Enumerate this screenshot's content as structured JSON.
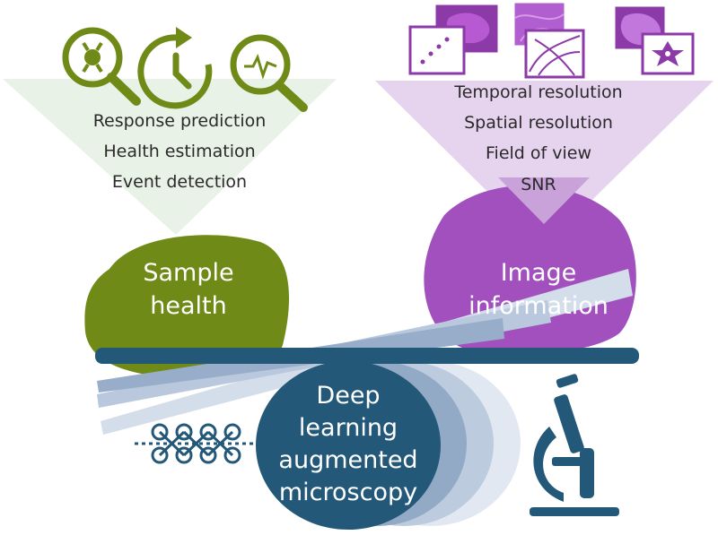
{
  "left_funnel": {
    "items": [
      "Response prediction",
      "Health estimation",
      "Event detection"
    ]
  },
  "right_funnel": {
    "items": [
      "Temporal resolution",
      "Spatial resolution",
      "Field of view",
      "SNR"
    ]
  },
  "blobs": {
    "sample_health": [
      "Sample",
      "health"
    ],
    "image_information": [
      "Image",
      "information"
    ]
  },
  "center": {
    "lines": [
      "Deep",
      "learning",
      "augmented",
      "microscopy"
    ]
  },
  "colors": {
    "olive": "#6f8a17",
    "purple": "#a150bd",
    "navy": "#245879",
    "light_green": "#e9f2e6",
    "light_purple": "#e6d3ee"
  }
}
